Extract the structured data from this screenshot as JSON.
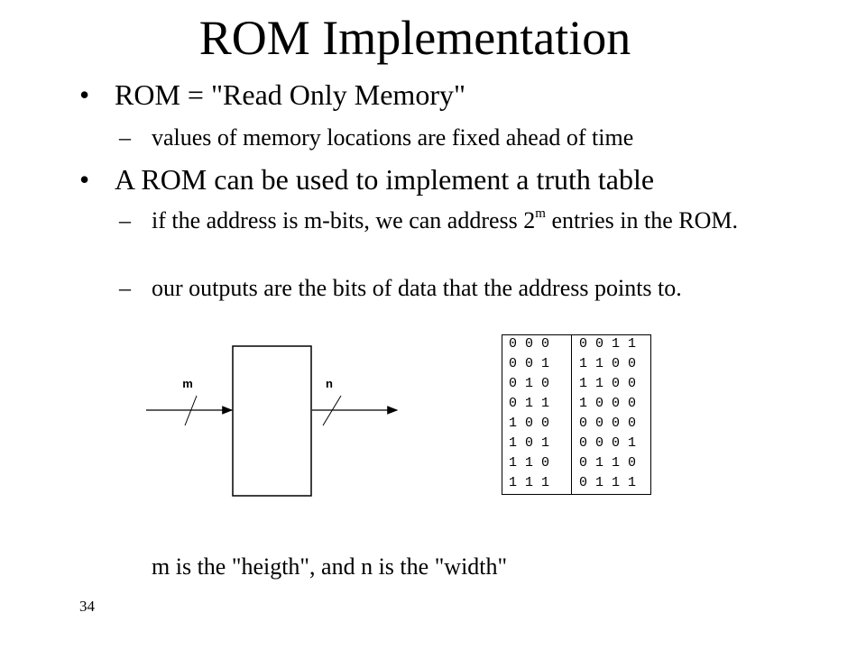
{
  "title": "ROM Implementation",
  "bullets": [
    {
      "text": "ROM = \"Read Only Memory\"",
      "sub": [
        "values of memory locations are fixed ahead of time"
      ]
    },
    {
      "text": "A ROM can be used to implement a truth table",
      "sub": [
        {
          "before": "if the address is m-bits, we can address 2",
          "sup": "m",
          "after": " entries in the ROM."
        },
        "our outputs are the bits of data that the address points to."
      ]
    }
  ],
  "diagram": {
    "input_label": "m",
    "output_label": "n"
  },
  "truth_table": {
    "rows": [
      {
        "addr": "0 0 0",
        "data": "0 0 1 1"
      },
      {
        "addr": "0 0 1",
        "data": "1 1 0 0"
      },
      {
        "addr": "0 1 0",
        "data": "1 1 0 0"
      },
      {
        "addr": "0 1 1",
        "data": "1 0 0 0"
      },
      {
        "addr": "1 0 0",
        "data": "0 0 0 0"
      },
      {
        "addr": "1 0 1",
        "data": "0 0 0 1"
      },
      {
        "addr": "1 1 0",
        "data": "0 1 1 0"
      },
      {
        "addr": "1 1 1",
        "data": "0 1 1 1"
      }
    ]
  },
  "caption": "m is the \"heigth\", and n is the \"width\"",
  "slide_number": "34"
}
